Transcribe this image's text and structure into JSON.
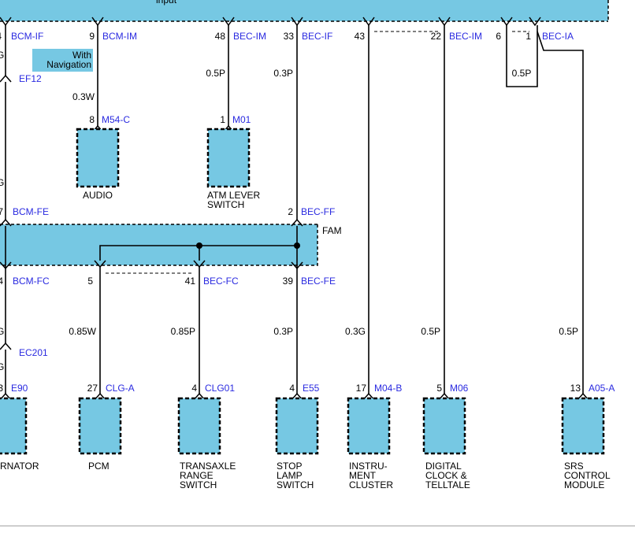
{
  "top_bar": {
    "partial_text": "input"
  },
  "top_row": [
    {
      "pin": "4",
      "conn": "BCM-IF"
    },
    {
      "pin": "9",
      "conn": "BCM-IM"
    },
    {
      "pin": "48",
      "conn": "BEC-IM"
    },
    {
      "pin": "33",
      "conn": "BEC-IF"
    },
    {
      "pin": "43",
      "conn": ""
    },
    {
      "pin": "22",
      "conn": "BEC-IM"
    },
    {
      "pin": "6",
      "conn": ""
    },
    {
      "pin": "1",
      "conn": "BEC-IA"
    }
  ],
  "with_navigation": "With\nNavigation",
  "splices": {
    "ef12": "EF12",
    "ec201": "EC201"
  },
  "left_wire_partial": [
    "G",
    "G",
    "G",
    "G"
  ],
  "wires_upper": {
    "audio": "0.3W",
    "atm": "0.5P",
    "bec_if": "0.3P",
    "bec_ia": "0.5P"
  },
  "upper_components": [
    {
      "pin": "8",
      "conn": "M54-C",
      "name": "AUDIO"
    },
    {
      "pin": "1",
      "conn": "M01",
      "name": "ATM LEVER\nSWITCH"
    }
  ],
  "fam": {
    "label": "FAM",
    "in_left": {
      "pin": "7",
      "conn": "BCM-FE"
    },
    "in_right": {
      "pin": "2",
      "conn": "BEC-FF"
    },
    "out": [
      {
        "pin": "4",
        "conn": "BCM-FC"
      },
      {
        "pin": "5",
        "conn": ""
      },
      {
        "pin": "41",
        "conn": "BEC-FC"
      },
      {
        "pin": "39",
        "conn": "BEC-FE"
      }
    ]
  },
  "wires_lower": [
    "0.85W",
    "0.85P",
    "0.3P",
    "0.3G",
    "0.5P",
    "0.5P"
  ],
  "bottom_components": [
    {
      "pin": "3",
      "conn": "E90",
      "name": "RNATOR"
    },
    {
      "pin": "27",
      "conn": "CLG-A",
      "name": "PCM"
    },
    {
      "pin": "4",
      "conn": "CLG01",
      "name": "TRANSAXLE\nRANGE\nSWITCH"
    },
    {
      "pin": "4",
      "conn": "E55",
      "name": "STOP\nLAMP\nSWITCH"
    },
    {
      "pin": "17",
      "conn": "M04-B",
      "name": "INSTRU-\nMENT\nCLUSTER"
    },
    {
      "pin": "5",
      "conn": "M06",
      "name": "DIGITAL\nCLOCK &\nTELLTALE"
    },
    {
      "pin": "13",
      "conn": "A05-A",
      "name": "SRS\nCONTROL\nMODULE"
    }
  ]
}
